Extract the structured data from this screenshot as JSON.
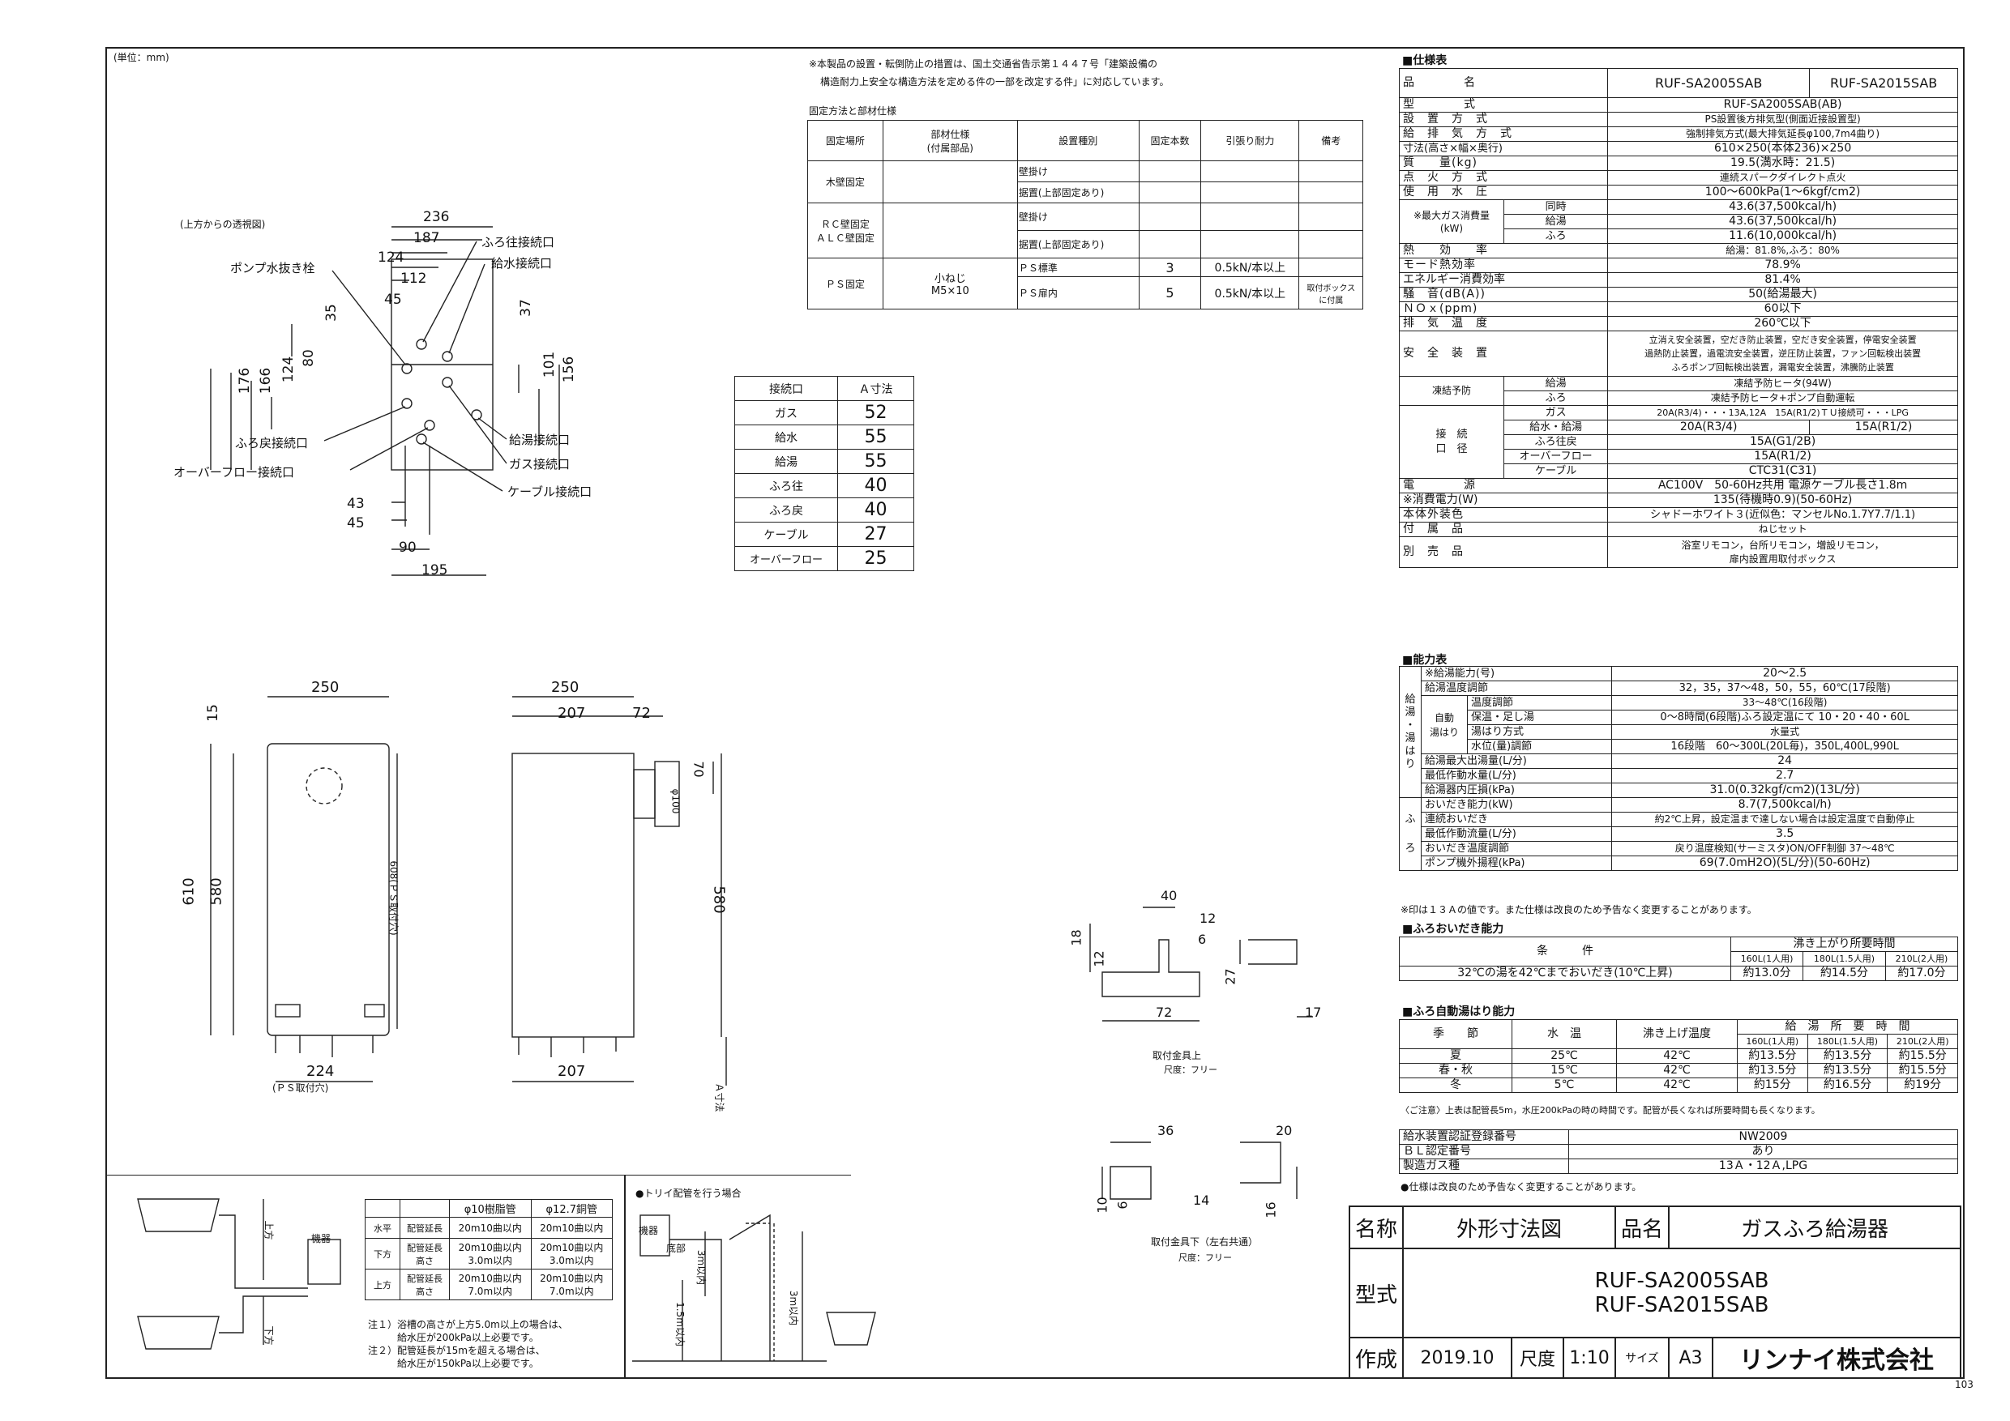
{
  "unit_note": "(単位：mm)",
  "page_number": "103",
  "notice": {
    "line1": "※本製品の設置・転倒防止の措置は、国土交通省告示第１４４７号「建築設備の",
    "line2": "構造耐力上安全な構造方法を定める件の一部を改定する件」に対応しています。"
  },
  "fix_table": {
    "title": "固定方法と部材仕様",
    "headers": [
      "固定場所",
      "部材仕様\n(付属部品)",
      "設置種別",
      "固定本数",
      "引張り耐力",
      "備考"
    ],
    "rows": [
      {
        "place": "木壁固定",
        "type": [
          "壁掛け",
          "据置(上部固定あり)"
        ]
      },
      {
        "place": "ＲＣ壁固定\nＡＬＣ壁固定",
        "type": [
          "壁掛け",
          "据置(上部固定あり)"
        ]
      },
      {
        "place": "ＰＳ固定",
        "part": "小ねじ\nM5×10",
        "type": [
          "ＰＳ標準",
          "ＰＳ扉内"
        ],
        "count": [
          "3",
          "5"
        ],
        "force": [
          "0.5kN/本以上",
          "0.5kN/本以上"
        ],
        "note": [
          "",
          "取付ボックス\nに付属"
        ]
      }
    ]
  },
  "a_table": {
    "headers": [
      "接続口",
      "Ａ寸法"
    ],
    "rows": [
      [
        "ガス",
        "52"
      ],
      [
        "給水",
        "55"
      ],
      [
        "給湯",
        "55"
      ],
      [
        "ふろ往",
        "40"
      ],
      [
        "ふろ戻",
        "40"
      ],
      [
        "ケーブル",
        "27"
      ],
      [
        "オーバーフロー",
        "25"
      ]
    ]
  },
  "top_view": {
    "caption": "(上方からの透視図)",
    "labels": {
      "furo_out": "ふろ往接続口",
      "water_in": "給水接続口",
      "drain": "ポンプ水抜き栓",
      "furo_ret": "ふろ戻接続口",
      "overflow": "オーバーフロー接続口",
      "hot_out": "給湯接続口",
      "gas": "ガス接続口",
      "cable": "ケーブル接続口"
    },
    "dims": [
      "236",
      "187",
      "124",
      "112",
      "45",
      "35",
      "80",
      "124",
      "166",
      "176",
      "37",
      "101",
      "156",
      "43",
      "45",
      "90",
      "195"
    ]
  },
  "front_view": {
    "dims": [
      "250",
      "15",
      "610",
      "580",
      "224",
      "(ＰＳ取付穴)",
      "608(ＰＳ取付穴)"
    ]
  },
  "side_view": {
    "dims": [
      "250",
      "207",
      "72",
      "70",
      "φ100",
      "580",
      "207",
      "Ａ寸法"
    ]
  },
  "bracket_top": {
    "dims": [
      "40",
      "12",
      "18",
      "12",
      "6",
      "27",
      "72",
      "17"
    ],
    "caption": "取付金具上",
    "scale": "尺度：フリー"
  },
  "bracket_bottom": {
    "dims": [
      "36",
      "20",
      "10",
      "6",
      "14",
      "16"
    ],
    "caption": "取付金具下（左右共通）",
    "scale": "尺度：フリー"
  },
  "pipe_table": {
    "headers": [
      "",
      "",
      "φ10樹脂管",
      "φ12.7銅管"
    ],
    "rows": [
      [
        "水平",
        "配管延長",
        "20m10曲以内",
        "20m10曲以内"
      ],
      [
        "下方",
        "配管延長\n高さ",
        "20m10曲以内\n3.0m以内",
        "20m10曲以内\n3.0m以内"
      ],
      [
        "上方",
        "配管延長\n高さ",
        "20m10曲以内\n7.0m以内",
        "20m10曲以内\n7.0m以内"
      ]
    ],
    "notes": [
      "注１）浴槽の高さが上方5.0m以上の場合は、",
      "　　　給水圧が200kPa以上必要です。",
      "注２）配管延長が15mを超える場合は、",
      "　　　給水圧が150kPa以上必要です。"
    ],
    "fig_labels": {
      "up": "上方",
      "down": "下方",
      "unit": "機器"
    }
  },
  "trap": {
    "title": "●トリイ配管を行う場合",
    "unit": "機器",
    "bottom": "底部",
    "h1": "3m以内",
    "h2": "1.5m以内",
    "h3": "3m以内"
  },
  "spec": {
    "title": "■仕様表",
    "models": [
      "RUF-SA2005SAB",
      "RUF-SA2015SAB"
    ],
    "rows": [
      [
        "品　　　　名",
        "RUF-SA2005SAB",
        "RUF-SA2015SAB"
      ],
      [
        "型　　　　式",
        "RUF-SA2005SAB(AB)"
      ],
      [
        "設　置　方　式",
        "PS設置後方排気型(側面近接設置型)"
      ],
      [
        "給　排　気　方　式",
        "強制排気方式(最大排気延長φ100,7m4曲り)"
      ],
      [
        "寸法(高さ×幅×奥行)",
        "610×250(本体236)×250"
      ],
      [
        "質　　量(kg)",
        "19.5(満水時：21.5)"
      ],
      [
        "点　火　方　式",
        "連続スパークダイレクト点火"
      ],
      [
        "使　用　水　圧",
        "100～600kPa(1～6kgf/cm2)"
      ],
      [
        "同時",
        "43.6(37,500kcal/h)"
      ],
      [
        "給湯",
        "43.6(37,500kcal/h)"
      ],
      [
        "ふろ",
        "11.6(10,000kcal/h)"
      ],
      [
        "熱　　効　　率",
        "給湯：81.8%,ふろ：80%"
      ],
      [
        "モード熱効率",
        "78.9%"
      ],
      [
        "エネルギー消費効率",
        "81.4%"
      ],
      [
        "騒　音(dB(A))",
        "50(給湯最大)"
      ],
      [
        "ＮＯｘ(ppm)",
        "60以下"
      ],
      [
        "排　気　温　度",
        "260℃以下"
      ],
      [
        "安　全　装　置",
        "立消え安全装置，空だき防止装置，空だき安全装置，停電安全装置\n過熱防止装置，過電流安全装置，逆圧防止装置，ファン回転検出装置\nふろポンプ回転検出装置，漏電安全装置，沸騰防止装置"
      ],
      [
        "給湯",
        "凍結予防ヒータ(94W)"
      ],
      [
        "ふろ",
        "凍結予防ヒータ+ポンプ自動運転"
      ],
      [
        "ガス",
        "20A(R3/4)・・・13A,12A　15A(R1/2)ＴＵ接続可・・・LPG"
      ],
      [
        "給水・給湯",
        "20A(R3/4)",
        "15A(R1/2)"
      ],
      [
        "ふろ往戻",
        "15A(G1/2B)"
      ],
      [
        "オーバーフロー",
        "15A(R1/2)"
      ],
      [
        "ケーブル",
        "CTC31(C31)"
      ],
      [
        "電　　　　源",
        "AC100V　50-60Hz共用 電源ケーブル長さ1.8m"
      ],
      [
        "※消費電力(W)",
        "135(待機時0.9)(50-60Hz)"
      ],
      [
        "本体外装色",
        "シャドーホワイト３(近似色：マンセルNo.1.7Y7.7/1.1)"
      ],
      [
        "付　属　品",
        "ねじセット"
      ],
      [
        "別　売　品",
        "浴室リモコン，台所リモコン，増設リモコン，\n扉内設置用取付ボックス"
      ]
    ],
    "group_labels": {
      "gas_max": "※最大ガス消費量\n(kW)",
      "freeze": "凍結予防",
      "conn": "接　続\n口　径"
    }
  },
  "capacity": {
    "title": "■能力表",
    "rows": [
      [
        "※給湯能力(号)",
        "20～2.5"
      ],
      [
        "給湯温度調節",
        "32，35，37～48，50，55，60℃(17段階)"
      ],
      [
        "温度調節",
        "33～48℃(16段階)"
      ],
      [
        "保温・足し湯",
        "0～8時間(6段階)ふろ設定温にて 10・20・40・60L"
      ],
      [
        "湯はり方式",
        "水量式"
      ],
      [
        "水位(量)調節",
        "16段階　60～300L(20L毎)，350L,400L,990L"
      ],
      [
        "給湯最大出湯量(L/分)",
        "24"
      ],
      [
        "最低作動水量(L/分)",
        "2.7"
      ],
      [
        "給湯器内圧損(kPa)",
        "31.0(0.32kgf/cm2)(13L/分)"
      ],
      [
        "おいだき能力(kW)",
        "8.7(7,500kcal/h)"
      ],
      [
        "連続おいだき",
        "約2℃上昇，設定温まで達しない場合は設定温度で自動停止"
      ],
      [
        "最低作動流量(L/分)",
        "3.5"
      ],
      [
        "おいだき温度調節",
        "戻り温度検知(サーミスタ)ON/OFF制御 37～48℃"
      ],
      [
        "ポンプ機外揚程(kPa)",
        "69(7.0mH2O)(5L/分)(50-60Hz)"
      ]
    ],
    "side": {
      "kyuto": "給\n湯\n・\n湯\nは\nり",
      "furo": "ふ\n\nろ",
      "auto": "自動\n湯はり"
    },
    "note": "※印は１３Ａの値です。また仕様は改良のため予告なく変更することがあります。"
  },
  "furo_reheat": {
    "title": "■ふろおいだき能力",
    "headers": [
      "条　　　件",
      "沸き上がり所要時間"
    ],
    "sub": [
      "160L(1人用)",
      "180L(1.5人用)",
      "210L(2人用)"
    ],
    "row": [
      "32℃の湯を42℃までおいだき(10℃上昇)",
      "約13.0分",
      "約14.5分",
      "約17.0分"
    ]
  },
  "furo_auto": {
    "title": "■ふろ自動湯はり能力",
    "headers": [
      "季　　節",
      "水　温",
      "沸き上げ温度",
      "給　湯　所　要　時　間"
    ],
    "sub": [
      "160L(1人用)",
      "180L(1.5人用)",
      "210L(2人用)"
    ],
    "rows": [
      [
        "夏",
        "25℃",
        "42℃",
        "約13.5分",
        "約13.5分",
        "約15.5分"
      ],
      [
        "春・秋",
        "15℃",
        "42℃",
        "約13.5分",
        "約13.5分",
        "約15.5分"
      ],
      [
        "冬",
        "5℃",
        "42℃",
        "約15分",
        "約16.5分",
        "約19分"
      ]
    ],
    "note": "〈ご注意〉上表は配管長5m，水圧200kPaの時の時間です。配管が長くなれば所要時間も長くなります。"
  },
  "cert": {
    "rows": [
      [
        "給水装置認証登録番号",
        "NW2009"
      ],
      [
        "ＢＬ認定番号",
        "あり"
      ],
      [
        "製造ガス種",
        "13Ａ・12Ａ,LPG"
      ]
    ],
    "note": "●仕様は改良のため予告なく変更することがあります。"
  },
  "title_block": {
    "name_label": "名称",
    "name": "外形寸法図",
    "product_label": "品名",
    "product": "ガスふろ給湯器",
    "model_label": "型式",
    "model1": "RUF-SA2005SAB",
    "model2": "RUF-SA2015SAB",
    "made_label": "作成",
    "date": "2019.10",
    "scale_label": "尺度",
    "scale": "1:10",
    "size_label": "サイズ",
    "size": "A3",
    "company": "リンナイ株式会社"
  }
}
